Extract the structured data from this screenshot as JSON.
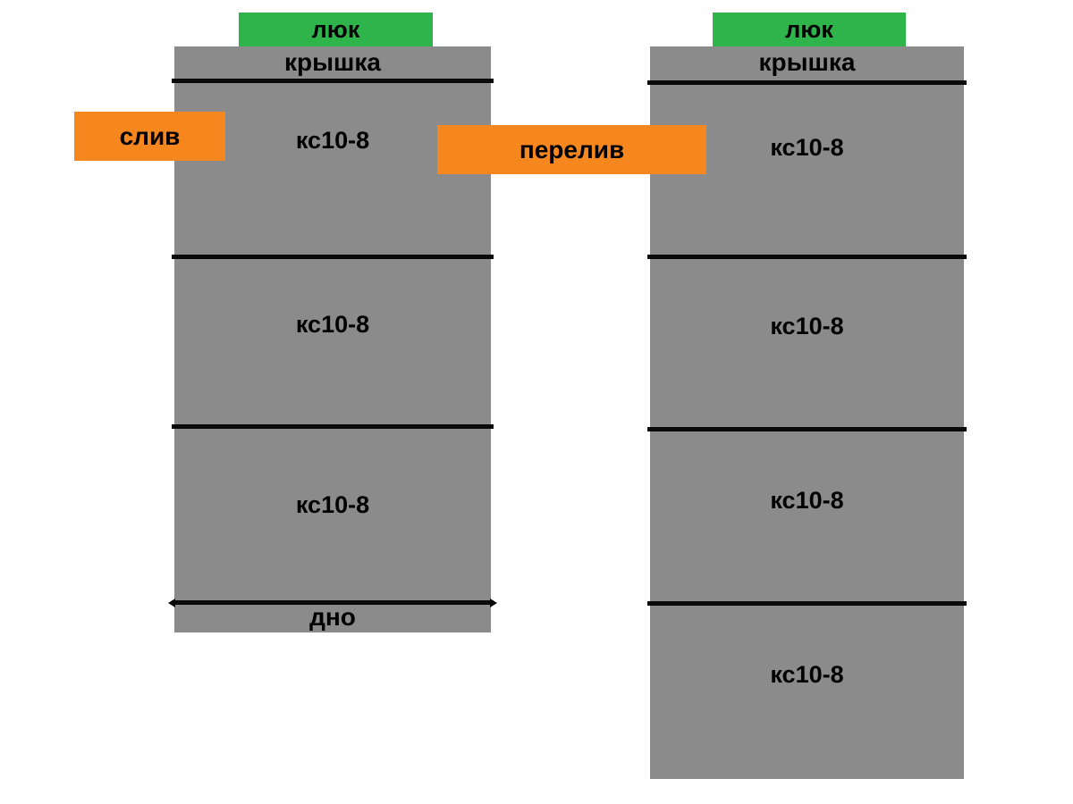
{
  "colors": {
    "background": "#ffffff",
    "tank_gray": "#8b8b8b",
    "hatch_green": "#2eb44b",
    "badge_orange": "#f6871f",
    "line_black": "#0a0a0a",
    "text": "#000000"
  },
  "badges": {
    "drain": "слив",
    "overflow": "перелив"
  },
  "tanks": [
    {
      "id": "left",
      "hatch": "люк",
      "lid": "крышка",
      "rings": [
        "кс10-8",
        "кс10-8",
        "кс10-8"
      ],
      "bottom": "дно"
    },
    {
      "id": "right",
      "hatch": "люк",
      "lid": "крышка",
      "rings": [
        "кс10-8",
        "кс10-8",
        "кс10-8",
        "кс10-8"
      ]
    }
  ]
}
